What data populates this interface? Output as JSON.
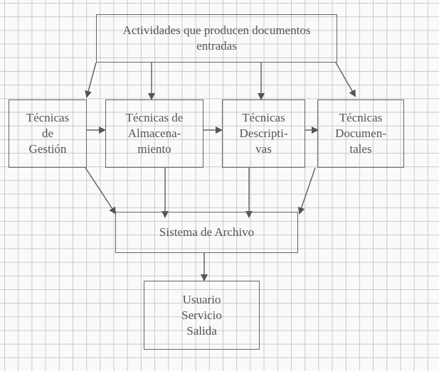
{
  "diagram": {
    "top": {
      "lines": [
        "Actividades que producen documentos",
        "entradas"
      ]
    },
    "tecnicas": [
      {
        "lines": [
          "Técnicas",
          "de",
          "Gestión"
        ]
      },
      {
        "lines": [
          "Técnicas de",
          "Almacena-",
          "miento"
        ]
      },
      {
        "lines": [
          "Técnicas",
          "Descripti-",
          "vas"
        ]
      },
      {
        "lines": [
          "Técnicas",
          "Documen-",
          "tales"
        ]
      }
    ],
    "sistema": {
      "lines": [
        "Sistema de Archivo"
      ]
    },
    "salida": {
      "lines": [
        "Usuario",
        "Servicio",
        "Salida"
      ]
    }
  }
}
